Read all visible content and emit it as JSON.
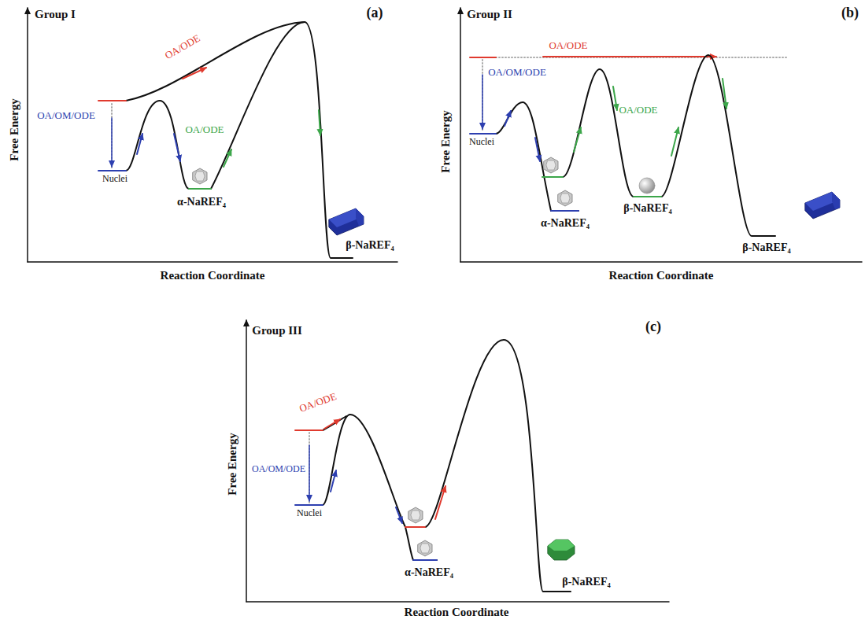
{
  "diagram": {
    "labels": [
      "Group I",
      "(a)",
      "Free Energy",
      "OA/ODE",
      "OA/OM/ODE",
      "Nuclei",
      "α-NaREF₄",
      "OA/ODE",
      "β-NaREF₄",
      "Reaction Coordinate",
      "Group II",
      "(b)",
      "Free Energy",
      "OA/ODE",
      "OA/OM/ODE",
      "Nuclei",
      "OA/ODE",
      "β-NaREF₄",
      "α-NaREF₄",
      "β-NaREF₄",
      "Reaction Coordinate",
      "Group III",
      "(c)",
      "Free Energy",
      "OA/ODE",
      "OA/OM/ODE",
      "Nuclei",
      "α-NaREF₄",
      "β-NaREF₄",
      "Reaction Coordinate"
    ]
  }
}
